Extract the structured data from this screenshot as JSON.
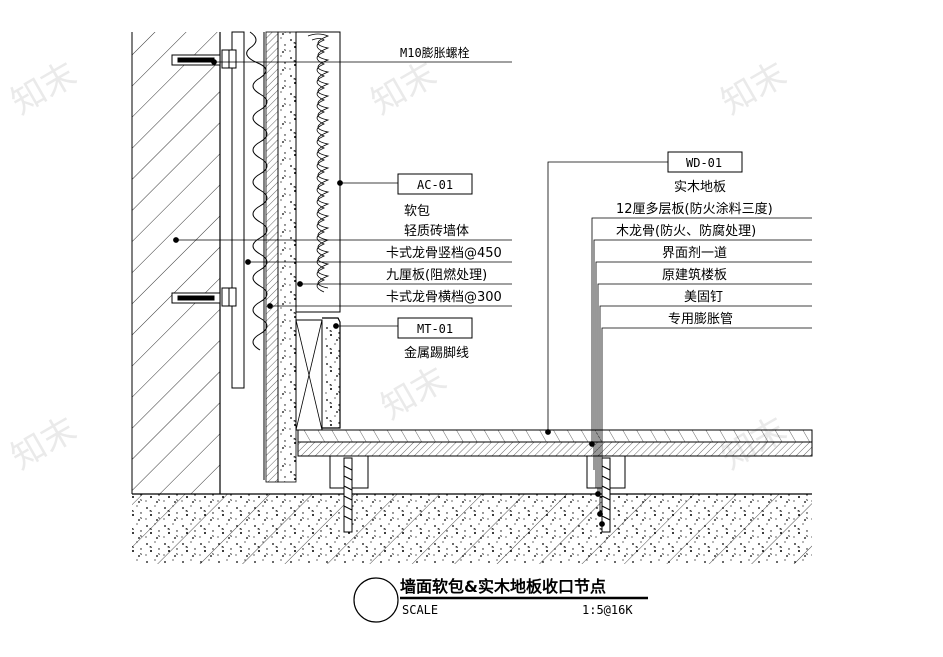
{
  "watermark_text": "知末",
  "left_labels": {
    "bolt": "M10膨胀螺栓",
    "ac_tag": "AC-01",
    "soft_pack": "软包",
    "brick_wall": "轻质砖墙体",
    "vertical_keel": "卡式龙骨竖档@450",
    "nine_board": "九厘板(阻燃处理)",
    "horizontal_keel": "卡式龙骨横档@300",
    "mt_tag": "MT-01",
    "skirting": "金属踢脚线"
  },
  "right_labels": {
    "wd_tag": "WD-01",
    "solid_wood": "实木地板",
    "plywood": "12厘多层板(防火涂料三度)",
    "wood_keel": "木龙骨(防火、防腐处理)",
    "interface_agent": "界面剂一道",
    "floor_slab": "原建筑楼板",
    "nail": "美固钉",
    "expansion_pipe": "专用膨胀管"
  },
  "title_block": {
    "title": "墙面软包&实木地板收口节点",
    "scale_label": "SCALE",
    "scale_value": "1:5@16K"
  },
  "colors": {
    "line": "#000000",
    "watermark": "#d9d9d9"
  }
}
